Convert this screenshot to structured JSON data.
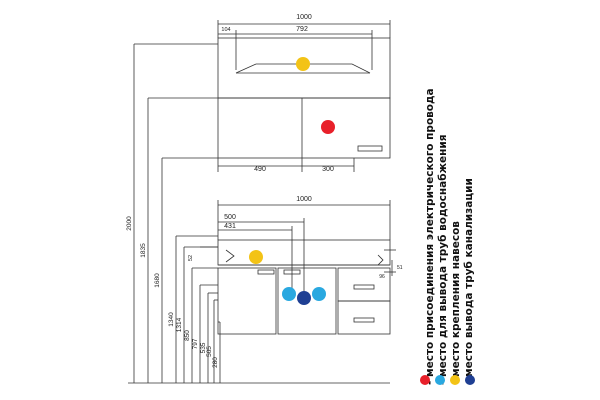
{
  "diagram": {
    "wall_cabinet": {
      "width_total": "1000",
      "offset_left": "104",
      "bar_width": "792",
      "left_section": "490",
      "right_section": "300"
    },
    "vanity": {
      "width_total": "1000",
      "dim_500": "500",
      "dim_431": "431",
      "dim_52": "52",
      "dim_96": "96",
      "dim_51": "51"
    },
    "heights": [
      "2000",
      "1835",
      "1680",
      "1340",
      "1314",
      "850",
      "797",
      "535",
      "505",
      "280"
    ],
    "legend": [
      {
        "label": "- место присоединения электрического провода",
        "color": "#e8202a"
      },
      {
        "label": "- место для вывода труб водоснабжения",
        "color": "#29a8e0"
      },
      {
        "label": "- место крепления навесов",
        "color": "#f3c316"
      },
      {
        "label": "- место вывода труб канализации",
        "color": "#1f3f93"
      }
    ],
    "colors": {
      "red": "#e8202a",
      "light_blue": "#29a8e0",
      "yellow": "#f3c316",
      "dark_blue": "#1f3f93"
    }
  }
}
